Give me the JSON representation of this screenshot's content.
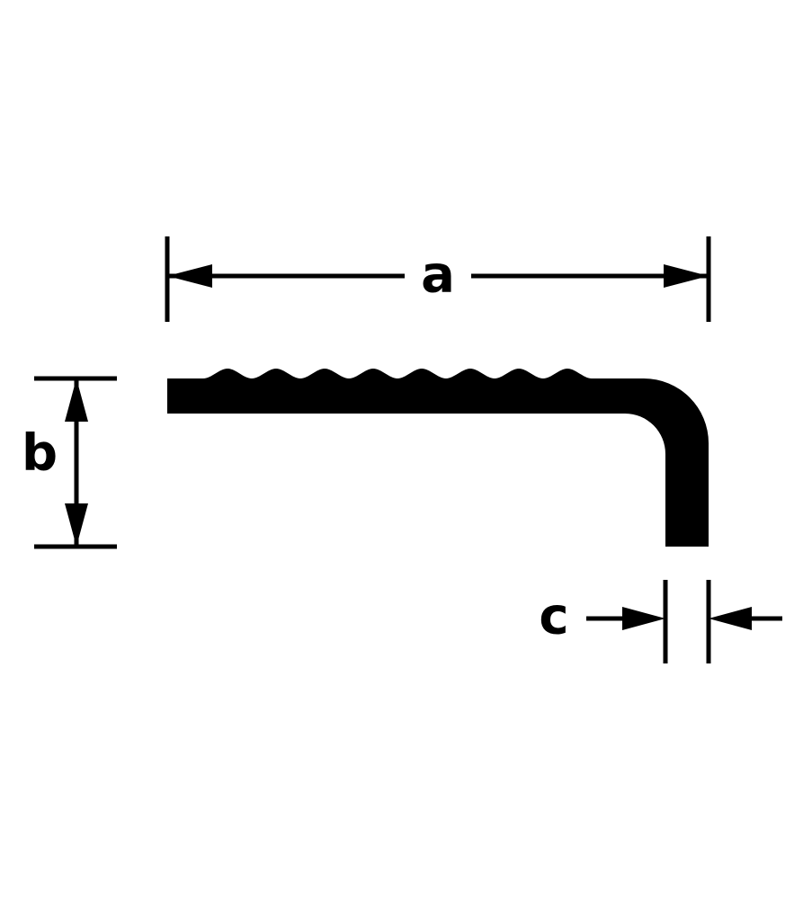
{
  "diagram": {
    "title": "L-shaped ribbed angle profile cross-section with dimension callouts",
    "labels": {
      "width": "a",
      "height": "b",
      "thickness": "c"
    },
    "colors": {
      "ink": "#000000",
      "background": "#ffffff"
    }
  }
}
